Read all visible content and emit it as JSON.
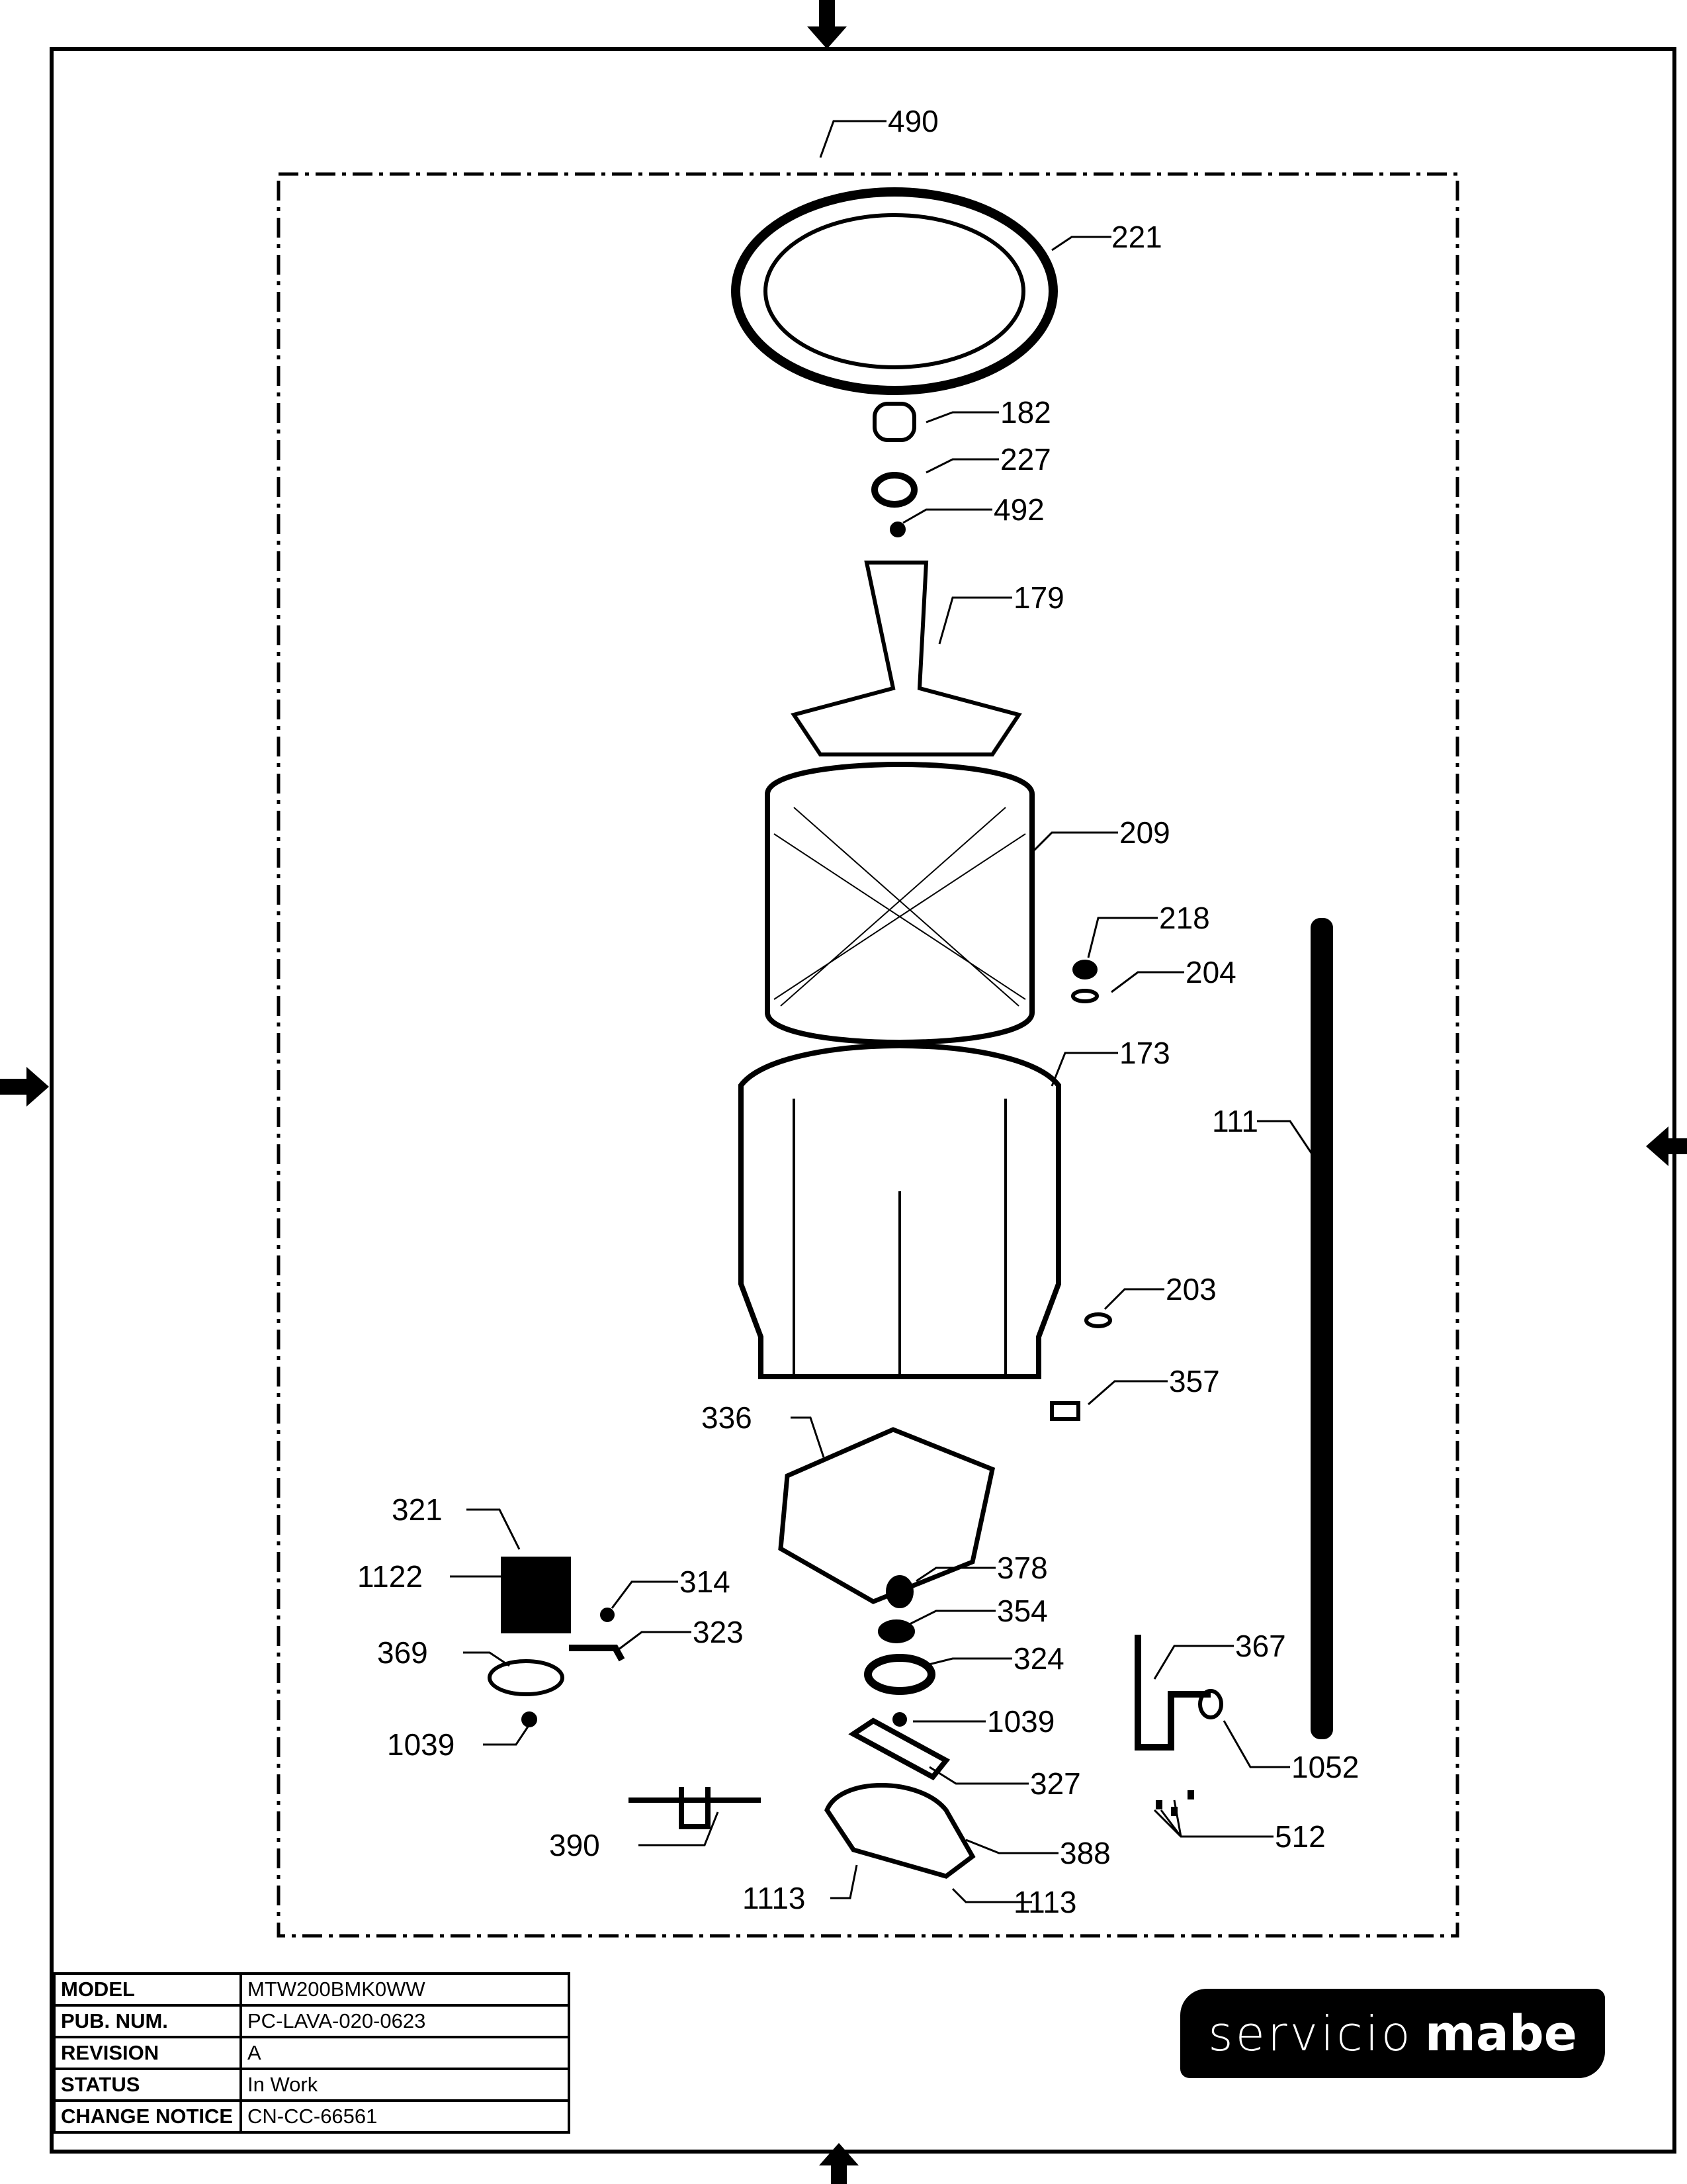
{
  "callouts": [
    {
      "id": "490",
      "label": "490"
    },
    {
      "id": "221",
      "label": "221"
    },
    {
      "id": "182",
      "label": "182"
    },
    {
      "id": "227",
      "label": "227"
    },
    {
      "id": "492",
      "label": "492"
    },
    {
      "id": "179",
      "label": "179"
    },
    {
      "id": "209",
      "label": "209"
    },
    {
      "id": "218",
      "label": "218"
    },
    {
      "id": "204",
      "label": "204"
    },
    {
      "id": "173",
      "label": "173"
    },
    {
      "id": "111",
      "label": "111"
    },
    {
      "id": "203",
      "label": "203"
    },
    {
      "id": "357",
      "label": "357"
    },
    {
      "id": "336",
      "label": "336"
    },
    {
      "id": "321",
      "label": "321"
    },
    {
      "id": "1122",
      "label": "1122"
    },
    {
      "id": "314",
      "label": "314"
    },
    {
      "id": "378",
      "label": "378"
    },
    {
      "id": "354",
      "label": "354"
    },
    {
      "id": "367",
      "label": "367"
    },
    {
      "id": "323",
      "label": "323"
    },
    {
      "id": "369",
      "label": "369"
    },
    {
      "id": "324",
      "label": "324"
    },
    {
      "id": "1039a",
      "label": "1039"
    },
    {
      "id": "1052",
      "label": "1052"
    },
    {
      "id": "1039b",
      "label": "1039"
    },
    {
      "id": "327",
      "label": "327"
    },
    {
      "id": "512",
      "label": "512"
    },
    {
      "id": "390",
      "label": "390"
    },
    {
      "id": "388",
      "label": "388"
    },
    {
      "id": "1113a",
      "label": "1113"
    },
    {
      "id": "1113b",
      "label": "1113"
    }
  ],
  "title_block": {
    "rows": [
      {
        "key": "MODEL",
        "value": "MTW200BMK0WW"
      },
      {
        "key": "PUB. NUM.",
        "value": "PC-LAVA-020-0623"
      },
      {
        "key": "REVISION",
        "value": "A"
      },
      {
        "key": "STATUS",
        "value": "In Work"
      },
      {
        "key": "CHANGE NOTICE",
        "value": "CN-CC-66561"
      }
    ]
  },
  "logo": {
    "part1": "servicio",
    "part2": "mabe"
  }
}
